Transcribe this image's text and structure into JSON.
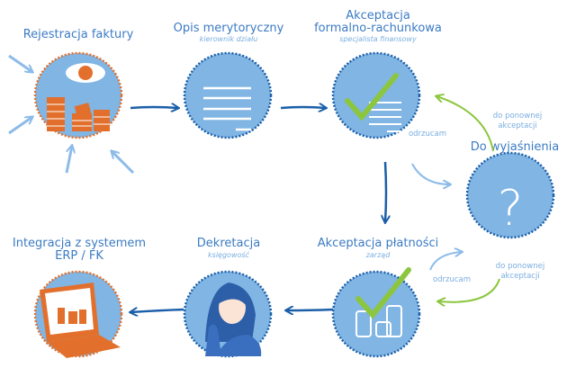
{
  "colors": {
    "circle_fill": "#80b5e4",
    "border_blue": "#1b5fa9",
    "border_orange": "#e2702c",
    "text_blue": "#3b7bc4",
    "accept_green": "#8cc63f",
    "light_blue": "#8dbbe8"
  },
  "steps": [
    {
      "title": "Rejestracja faktury",
      "icon": "eye-invoices-icon"
    },
    {
      "title": "Opis merytoryczny",
      "subtitle": "kierownik działu",
      "icon": "document-lines-icon"
    },
    {
      "title_line1": "Akceptacja",
      "title_line2": "formalno-rachunkowa",
      "subtitle": "specjalista finansowy",
      "icon": "checkmark-document-icon"
    },
    {
      "title": "Do wyjaśnienia",
      "icon": "question-mark-icon"
    },
    {
      "title": "Akceptacja płatności",
      "subtitle": "zarząd",
      "icon": "checkmark-coins-icon"
    },
    {
      "title": "Dekretacja",
      "subtitle": "księgowość",
      "icon": "accountant-woman-icon"
    },
    {
      "title_line1": "Integracja z systemem",
      "title_line2": "ERP / FK",
      "icon": "laptop-icon"
    }
  ],
  "flow_labels": {
    "reject_top": "odrzucam",
    "reaccept_top_line1": "do ponownej",
    "reaccept_top_line2": "akceptacji",
    "reject_bottom": "odrzucam",
    "reaccept_bottom_line1": "do ponownej",
    "reaccept_bottom_line2": "akceptacji"
  }
}
